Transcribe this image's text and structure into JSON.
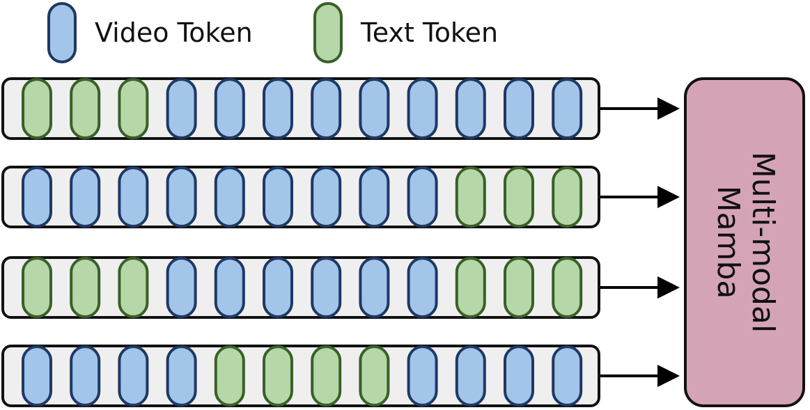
{
  "legend": {
    "video": {
      "label": "Video Token"
    },
    "text": {
      "label": "Text Token"
    }
  },
  "colors": {
    "video_fill": "#a3c5ea",
    "video_stroke": "#1f3864",
    "text_fill": "#b6d7a8",
    "text_stroke": "#3a5f28",
    "row_fill": "#efefef",
    "row_stroke": "#111111",
    "mamba_fill": "#d5a3b8",
    "arrow": "#000000"
  },
  "sequences": [
    {
      "tokens": [
        "text",
        "text",
        "text",
        "video",
        "video",
        "video",
        "video",
        "video",
        "video",
        "video",
        "video",
        "video"
      ]
    },
    {
      "tokens": [
        "video",
        "video",
        "video",
        "video",
        "video",
        "video",
        "video",
        "video",
        "video",
        "text",
        "text",
        "text"
      ]
    },
    {
      "tokens": [
        "text",
        "text",
        "text",
        "video",
        "video",
        "video",
        "video",
        "video",
        "video",
        "text",
        "text",
        "text"
      ]
    },
    {
      "tokens": [
        "video",
        "video",
        "video",
        "video",
        "text",
        "text",
        "text",
        "text",
        "video",
        "video",
        "video",
        "video"
      ]
    }
  ],
  "model": {
    "line1": "Multi-modal",
    "line2": "Mamba"
  }
}
